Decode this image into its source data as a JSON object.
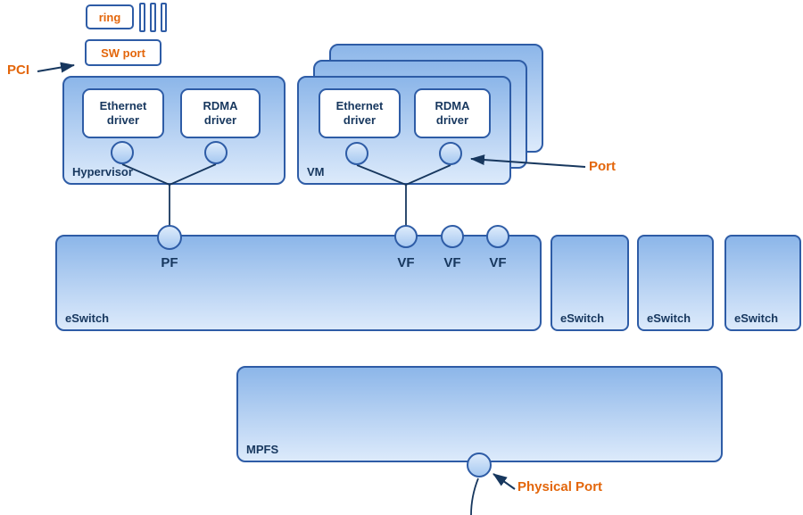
{
  "colors": {
    "navy_text": "#17375E",
    "box_border": "#2E5CA6",
    "box_fill_top": "#8CB6E9",
    "box_fill_bottom": "#DCEAFB",
    "orange_accent": "#E3660B"
  },
  "pci_area": {
    "ring_label": "ring",
    "sw_port_label": "SW port",
    "pci_label": "PCI"
  },
  "hypervisor": {
    "label": "Hypervisor",
    "ethernet_driver_label": "Ethernet driver",
    "rdma_driver_label": "RDMA driver"
  },
  "vm": {
    "label": "VM",
    "ethernet_driver_label": "Ethernet driver",
    "rdma_driver_label": "RDMA driver"
  },
  "annotations": {
    "port_label": "Port",
    "physical_port_label": "Physical Port"
  },
  "eswitch_main": {
    "label": "eSwitch",
    "pf_label": "PF",
    "vf_labels": [
      "VF",
      "VF",
      "VF"
    ]
  },
  "eswitch_small": [
    {
      "label": "eSwitch"
    },
    {
      "label": "eSwitch"
    },
    {
      "label": "eSwitch"
    }
  ],
  "mpfs": {
    "label": "MPFS"
  }
}
